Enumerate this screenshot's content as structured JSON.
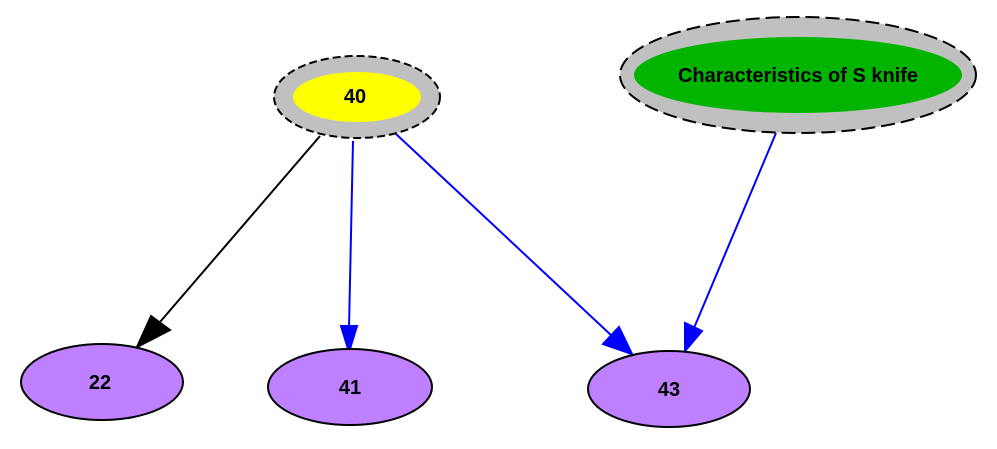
{
  "colors": {
    "background": "#ffffff",
    "halo": "#c0c0c0",
    "halo_stroke": "#000000",
    "node_40_fill": "#ffff00",
    "characteristics_fill": "#00b400",
    "leaf_fill": "#bf80ff",
    "edge_black": "#000000",
    "edge_blue": "#0000ff"
  },
  "nodes": {
    "n40": {
      "label": "40"
    },
    "characteristics": {
      "label": "Characteristics of S knife"
    },
    "n22": {
      "label": "22"
    },
    "n41": {
      "label": "41"
    },
    "n43": {
      "label": "43"
    }
  },
  "edges": [
    {
      "from": "40",
      "to": "22",
      "color": "black"
    },
    {
      "from": "40",
      "to": "41",
      "color": "blue"
    },
    {
      "from": "40",
      "to": "43",
      "color": "blue"
    },
    {
      "from": "Characteristics of S knife",
      "to": "43",
      "color": "blue"
    }
  ]
}
